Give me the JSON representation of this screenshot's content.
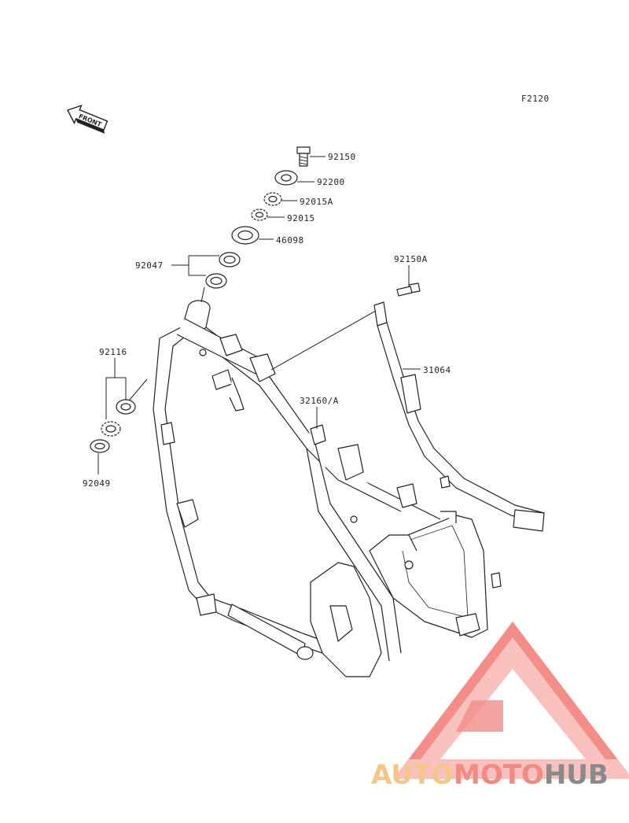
{
  "figure_code": "F2120",
  "front_arrow_label": "FRONT",
  "parts": [
    {
      "number": "92150"
    },
    {
      "number": "92200"
    },
    {
      "number": "92015A"
    },
    {
      "number": "92015"
    },
    {
      "number": "46098"
    },
    {
      "number": "92047"
    },
    {
      "number": "92150A"
    },
    {
      "number": "31064"
    },
    {
      "number": "92116"
    },
    {
      "number": "32160/A"
    },
    {
      "number": "92049"
    }
  ],
  "watermark": {
    "part1": "AUTO",
    "part2": "MOTO",
    "part3": "HUB",
    "colors": {
      "auto": "#f5c68a",
      "moto": "#f08a82",
      "hub": "#8a8a8a",
      "triangle": "#f07a74"
    }
  }
}
